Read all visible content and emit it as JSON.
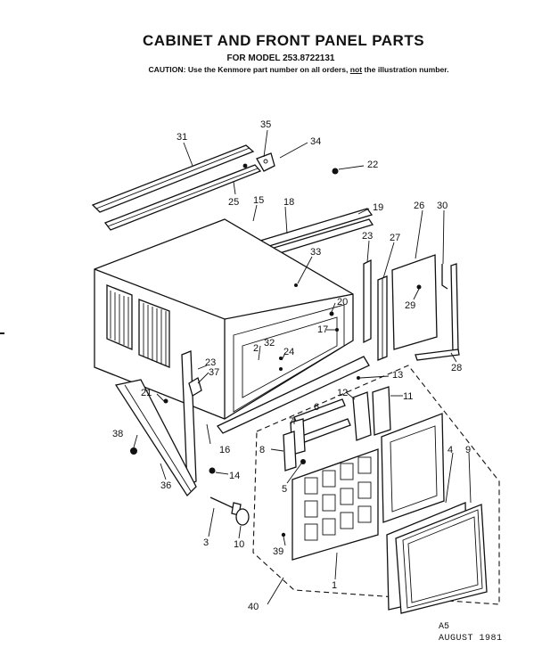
{
  "header": {
    "title": "CABINET AND FRONT PANEL PARTS",
    "model_line": "FOR MODEL 253.8722131",
    "caution_pre": "CAUTION: Use the Kenmore part number on all orders, ",
    "caution_not": "not",
    "caution_post": " the illustration number."
  },
  "callouts": {
    "c31": "31",
    "c35": "35",
    "c34": "34",
    "c22": "22",
    "c25": "25",
    "c15": "15",
    "c18": "18",
    "c19": "19",
    "c26": "26",
    "c30": "30",
    "c23a": "23",
    "c27": "27",
    "c33": "33",
    "c29": "29",
    "c20": "20",
    "c17": "17",
    "c2": "2",
    "c32": "32",
    "c24": "24",
    "c23b": "23",
    "c37": "37",
    "c28": "28",
    "c13": "13",
    "c12": "12",
    "c11": "11",
    "c21": "21",
    "c7": "7",
    "c6": "6",
    "c38": "38",
    "c8": "8",
    "c16": "16",
    "c4": "4",
    "c9": "9",
    "c14": "14",
    "c5": "5",
    "c36": "36",
    "c3": "3",
    "c10": "10",
    "c39": "39",
    "c1": "1",
    "c40": "40"
  },
  "footer": {
    "page_code": "A5",
    "date": "AUGUST 1981"
  }
}
